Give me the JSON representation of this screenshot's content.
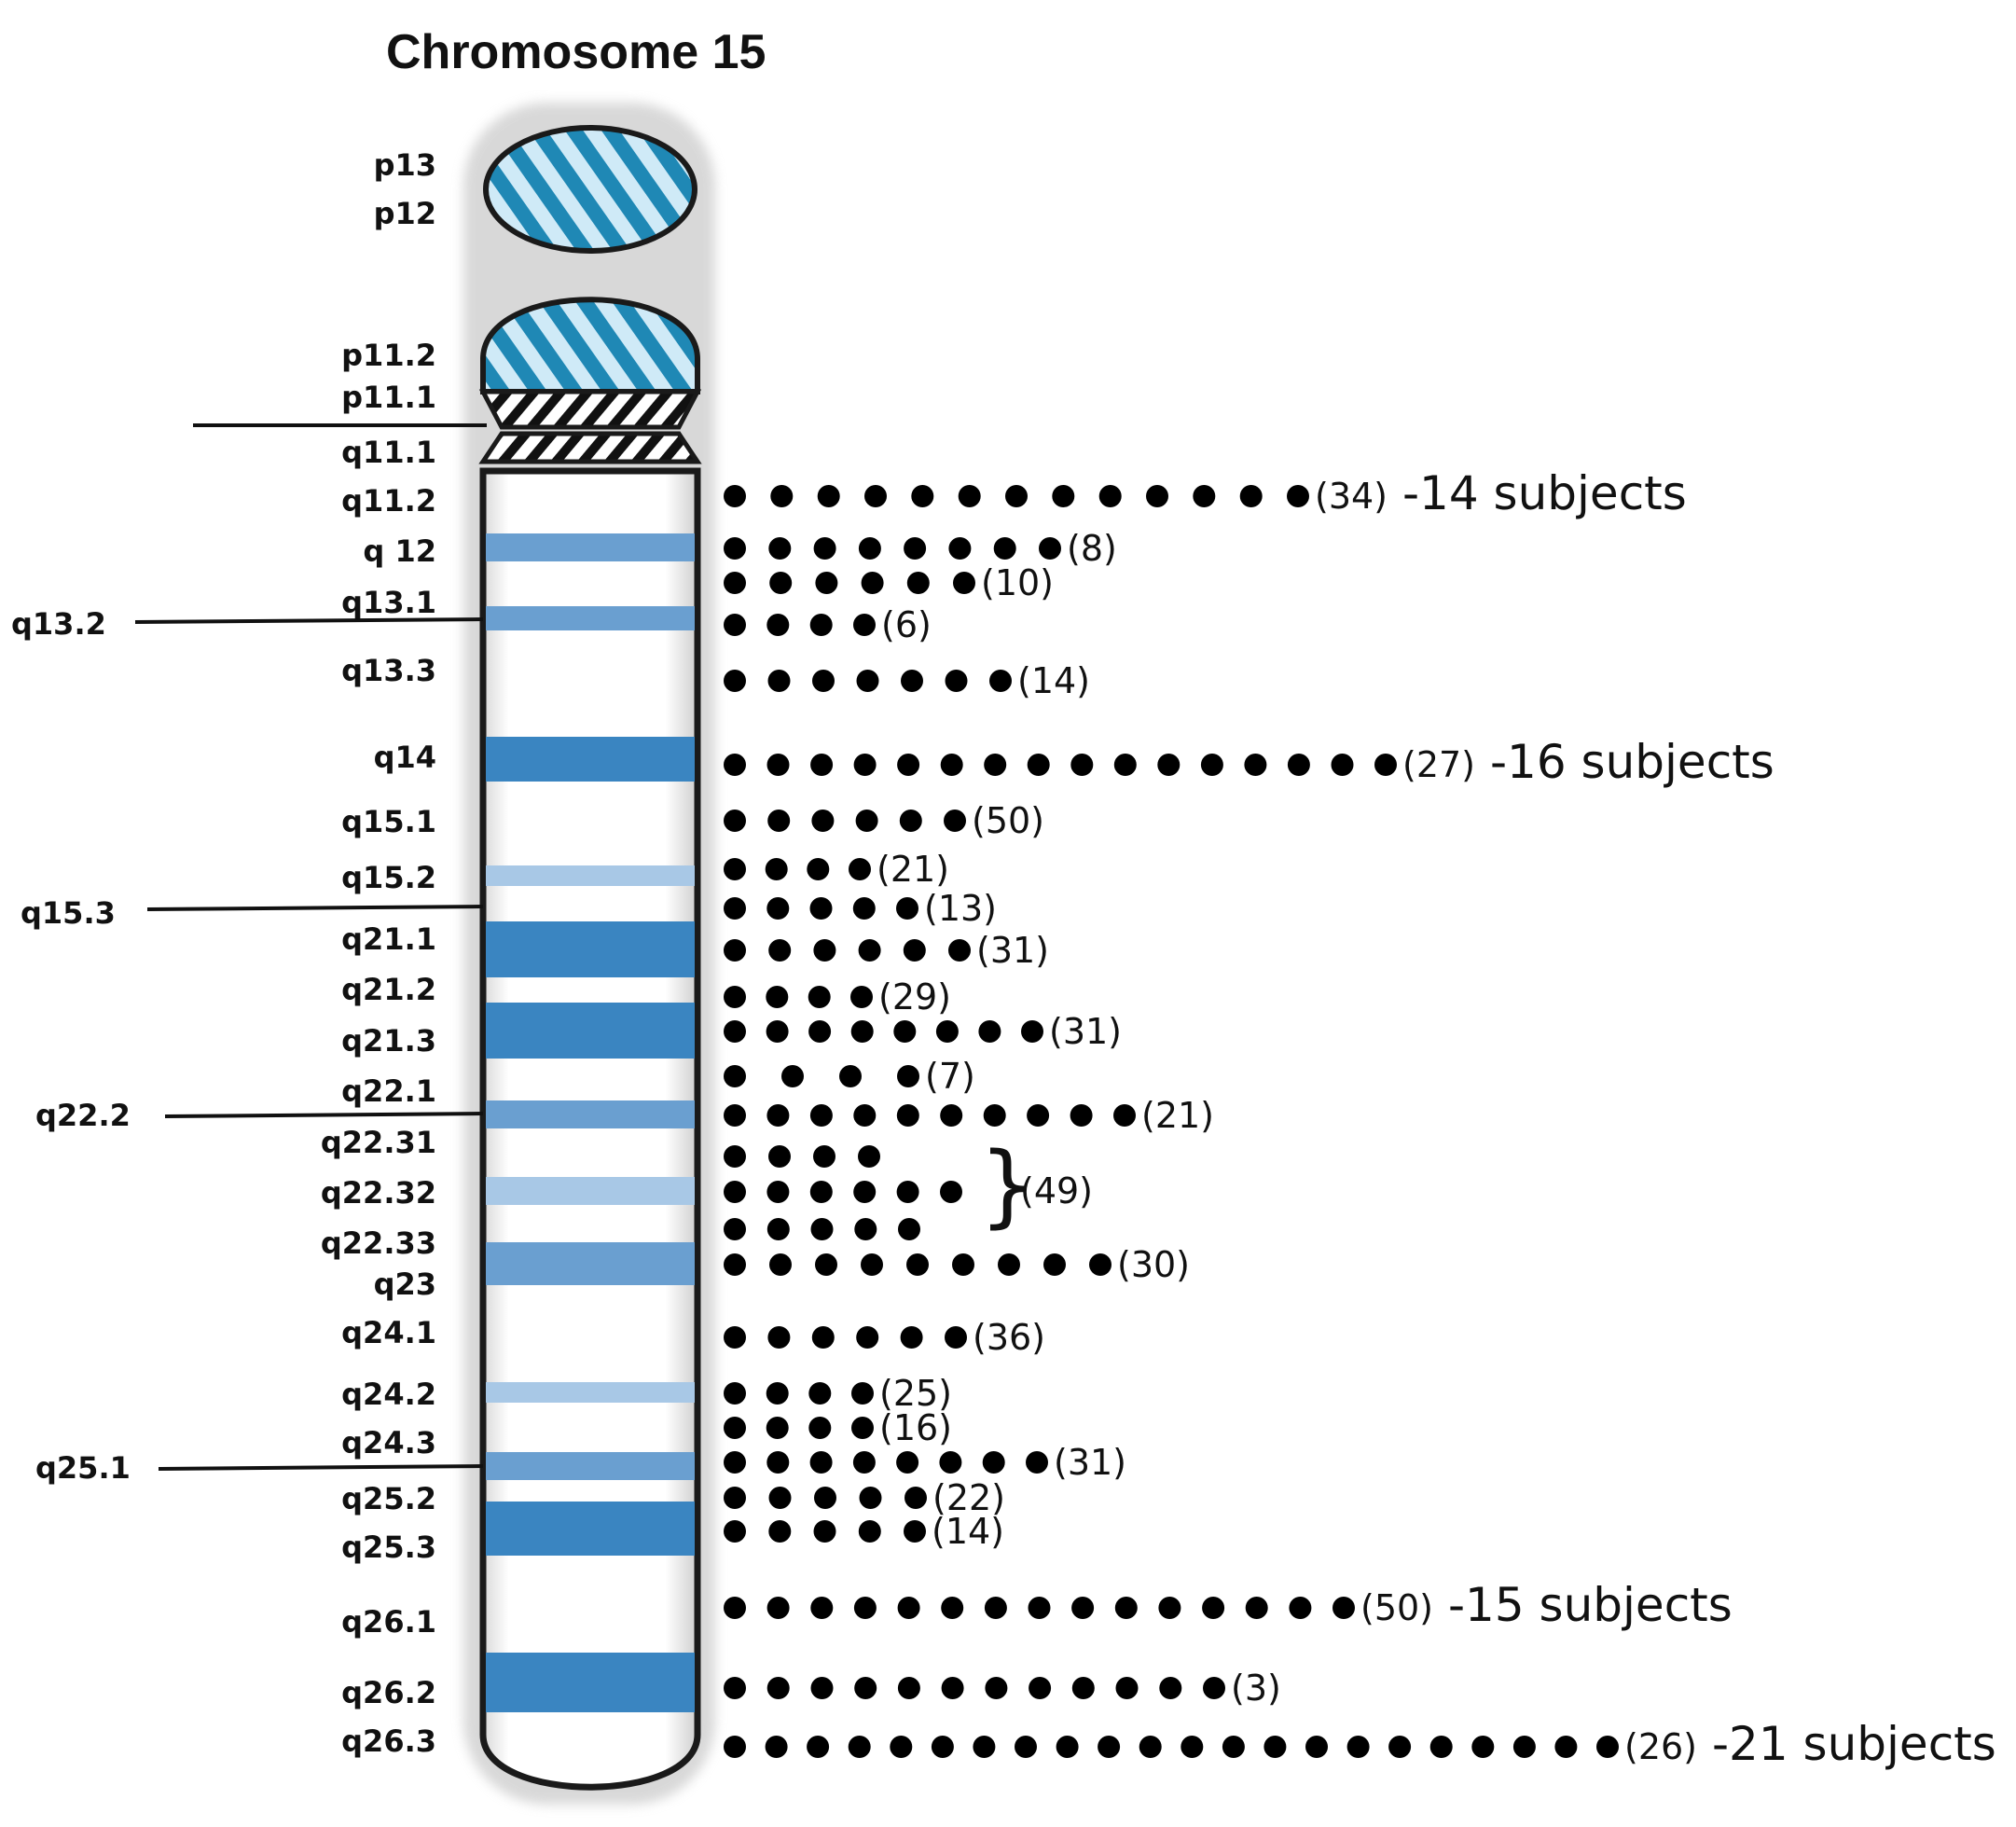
{
  "title": "Chromosome 15",
  "colors": {
    "dark_band": "#3a85c1",
    "medium_band": "#6a9fd0",
    "light_band": "#a8c8e6",
    "hatch_blue": "#1f88b5",
    "hatch_light": "#cfeaf7",
    "outline": "#1a1a1a",
    "dot": "#000000"
  },
  "p_arm_labels": [
    "p13",
    "p12",
    "p11.2",
    "p11.1"
  ],
  "q_arm_labels": [
    "q11.1",
    "q11.2",
    "q 12",
    "q13.1",
    "q13.3",
    "q14",
    "q15.1",
    "q15.2",
    "q21.1",
    "q21.2",
    "q21.3",
    "q22.1",
    "q22.31",
    "q22.32",
    "q22.33",
    "q23",
    "q24.1",
    "q24.2",
    "q24.3",
    "q25.2",
    "q25.3",
    "q26.1",
    "q26.2",
    "q26.3"
  ],
  "pointer_labels": [
    "q13.2",
    "q15.3",
    "q22.2",
    "q25.1"
  ],
  "breakpoint_rows": [
    {
      "dots": 13,
      "count": "(34)",
      "subjects": "-14 subjects"
    },
    {
      "dots": 8,
      "count": "(8)",
      "subjects": ""
    },
    {
      "dots": 6,
      "count": "(10)",
      "subjects": ""
    },
    {
      "dots": 4,
      "count": "(6)",
      "subjects": ""
    },
    {
      "dots": 7,
      "count": "(14)",
      "subjects": ""
    },
    {
      "dots": 16,
      "count": "(27)",
      "subjects": "-16 subjects"
    },
    {
      "dots": 6,
      "count": "(50)",
      "subjects": ""
    },
    {
      "dots": 4,
      "count": "(21)",
      "subjects": ""
    },
    {
      "dots": 5,
      "count": "(13)",
      "subjects": ""
    },
    {
      "dots": 6,
      "count": "(31)",
      "subjects": ""
    },
    {
      "dots": 4,
      "count": "(29)",
      "subjects": ""
    },
    {
      "dots": 8,
      "count": "(31)",
      "subjects": ""
    },
    {
      "dots": 4,
      "count": "(7)",
      "subjects": ""
    },
    {
      "dots": 10,
      "count": "(21)",
      "subjects": ""
    },
    {
      "dots": 4,
      "count": "",
      "subjects": ""
    },
    {
      "dots": 6,
      "count": "",
      "subjects": ""
    },
    {
      "dots": 5,
      "count": "",
      "subjects": ""
    },
    {
      "dots": 9,
      "count": "(30)",
      "subjects": ""
    },
    {
      "dots": 6,
      "count": "(36)",
      "subjects": ""
    },
    {
      "dots": 4,
      "count": "(25)",
      "subjects": ""
    },
    {
      "dots": 4,
      "count": "(16)",
      "subjects": ""
    },
    {
      "dots": 8,
      "count": "(31)",
      "subjects": ""
    },
    {
      "dots": 5,
      "count": "(22)",
      "subjects": ""
    },
    {
      "dots": 5,
      "count": "(14)",
      "subjects": ""
    },
    {
      "dots": 15,
      "count": "(50)",
      "subjects": "-15 subjects"
    },
    {
      "dots": 12,
      "count": "(3)",
      "subjects": ""
    },
    {
      "dots": 22,
      "count": "(26)",
      "subjects": "-21 subjects"
    }
  ],
  "grouped_count": "(49)",
  "grouped_brace": "}"
}
